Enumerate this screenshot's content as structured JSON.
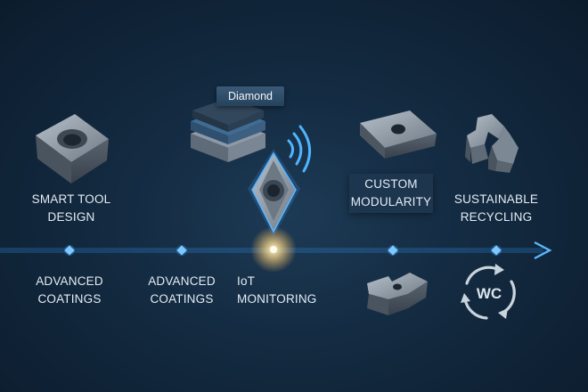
{
  "callout": {
    "material": "Diamond"
  },
  "timeline": {
    "upper": [
      {
        "line1": "Smart Tool",
        "line2": "Design"
      },
      {
        "line1": "Custom",
        "line2": "Modularity"
      },
      {
        "line1": "Sustainable",
        "line2": "Recycling"
      }
    ],
    "lower": [
      {
        "line1": "Advanced",
        "line2": "Coatings"
      },
      {
        "line1": "Advanced",
        "line2": "Coatings"
      },
      {
        "line1": "IoT",
        "line2": "Monitoring"
      }
    ]
  },
  "icons": {
    "recycle_text": "WC",
    "names": [
      "square-insert-icon",
      "coating-layers-icon",
      "diamond-insert-icon",
      "wifi-signal-icon",
      "rhombic-insert-icon",
      "modular-block-icon",
      "modular-bracket-icon",
      "recycle-wc-icon"
    ]
  },
  "colors": {
    "accent": "#4fb4ff",
    "glow": "#ffe6a6",
    "background": "#132a40"
  }
}
